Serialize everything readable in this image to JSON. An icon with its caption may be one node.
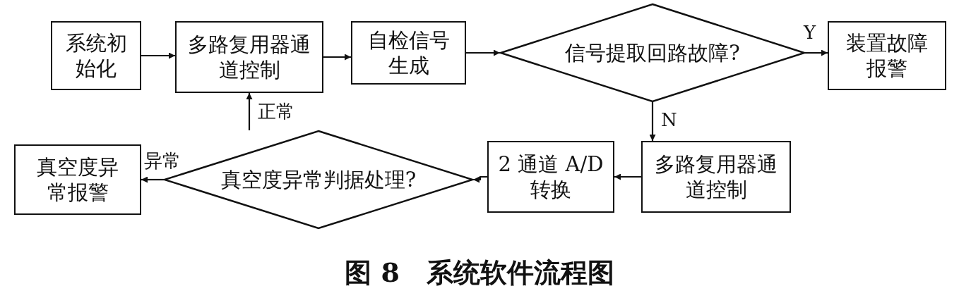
{
  "diagram": {
    "caption": "图 8　系统软件流程图",
    "nodes": [
      {
        "text": [
          "系统初始化"
        ]
      },
      {
        "text": [
          "多路复用器通道控制"
        ]
      },
      {
        "text": [
          "自检信号生成"
        ]
      },
      {
        "text": [
          "信号提取回路故障?"
        ]
      },
      {
        "text": [
          "装置故障报警"
        ]
      },
      {
        "text": [
          "多路复用器通道控制"
        ]
      },
      {
        "text": [
          "2 通道 A/D 转换"
        ]
      },
      {
        "text": [
          "真空度异常判据处理?"
        ]
      },
      {
        "text": [
          "真空度异常报警"
        ]
      }
    ],
    "edges": [
      {
        "from": 0,
        "to": 1,
        "arrow": "to"
      },
      {
        "from": 1,
        "to": 2,
        "arrow": "to"
      },
      {
        "from": 2,
        "to": 3,
        "arrow": "to"
      },
      {
        "from": 3,
        "to": 4,
        "arrow": "to",
        "label": "Y"
      },
      {
        "from": 3,
        "to": 5,
        "arrow": "to",
        "label": "N"
      },
      {
        "from": 5,
        "to": 6,
        "arrow": "to"
      },
      {
        "from": 6,
        "to": 7,
        "arrow": "to"
      },
      {
        "from": 7,
        "to": 8,
        "arrow": "to",
        "label": "异常"
      },
      {
        "from": 7,
        "to": 1,
        "arrow": "to",
        "label": "正常"
      }
    ]
  }
}
